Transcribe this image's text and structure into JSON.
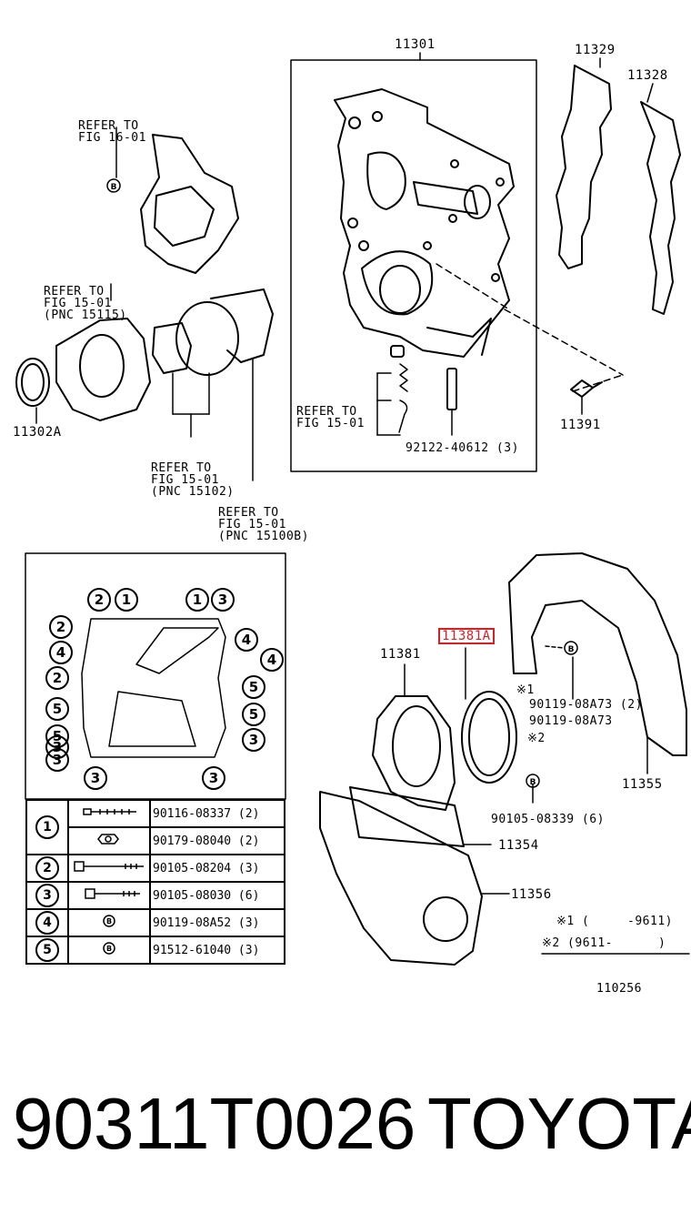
{
  "labels": {
    "p11301": "11301",
    "p11329": "11329",
    "p11328": "11328",
    "refer1": [
      "REFER TO",
      "FIG 16-01"
    ],
    "refer2": [
      "REFER TO",
      "FIG 15-01",
      "(PNC 15115)"
    ],
    "p11302A": "11302A",
    "refer3": [
      "REFER TO",
      "FIG 15-01",
      "(PNC 15102)"
    ],
    "refer4": [
      "REFER TO",
      "FIG 15-01",
      "(PNC 15100B)"
    ],
    "refer5": [
      "REFER TO",
      "FIG 15-01"
    ],
    "p92122": "92122-40612 (3)",
    "p11391": "11391",
    "p11381": "11381",
    "p11381A": "11381A",
    "note1": "※1",
    "p90119a": "90119-08A73 (2)",
    "p90119b": "90119-08A73",
    "note2": "※2",
    "p11355": "11355",
    "p90105": "90105-08339 (6)",
    "p11354": "11354",
    "p11356": "11356",
    "foot1": "※1 (     -9611)",
    "foot2": "※2 (9611-      )",
    "figno": "110256",
    "b_glyph": "B"
  },
  "bolt_circles": [
    "2",
    "1",
    "1",
    "3",
    "2",
    "4",
    "4",
    "4",
    "2",
    "5",
    "5",
    "5",
    "5",
    "3",
    "3",
    "3",
    "3",
    "3"
  ],
  "legend": [
    {
      "num": "1",
      "rows": [
        {
          "part": "90116-08337 (2)"
        },
        {
          "part": "90179-08040 (2)"
        }
      ]
    },
    {
      "num": "2",
      "rows": [
        {
          "part": "90105-08204 (3)"
        }
      ]
    },
    {
      "num": "3",
      "rows": [
        {
          "part": "90105-08030 (6)"
        }
      ]
    },
    {
      "num": "4",
      "rows": [
        {
          "part": "90119-08A52 (3)"
        }
      ]
    },
    {
      "num": "5",
      "rows": [
        {
          "part": "91512-61040 (3)"
        }
      ]
    }
  ],
  "footer": {
    "part_number": "90311T0026",
    "brand": "TOYOTA"
  },
  "colors": {
    "highlight": "#d81f26",
    "ink": "#000000"
  }
}
